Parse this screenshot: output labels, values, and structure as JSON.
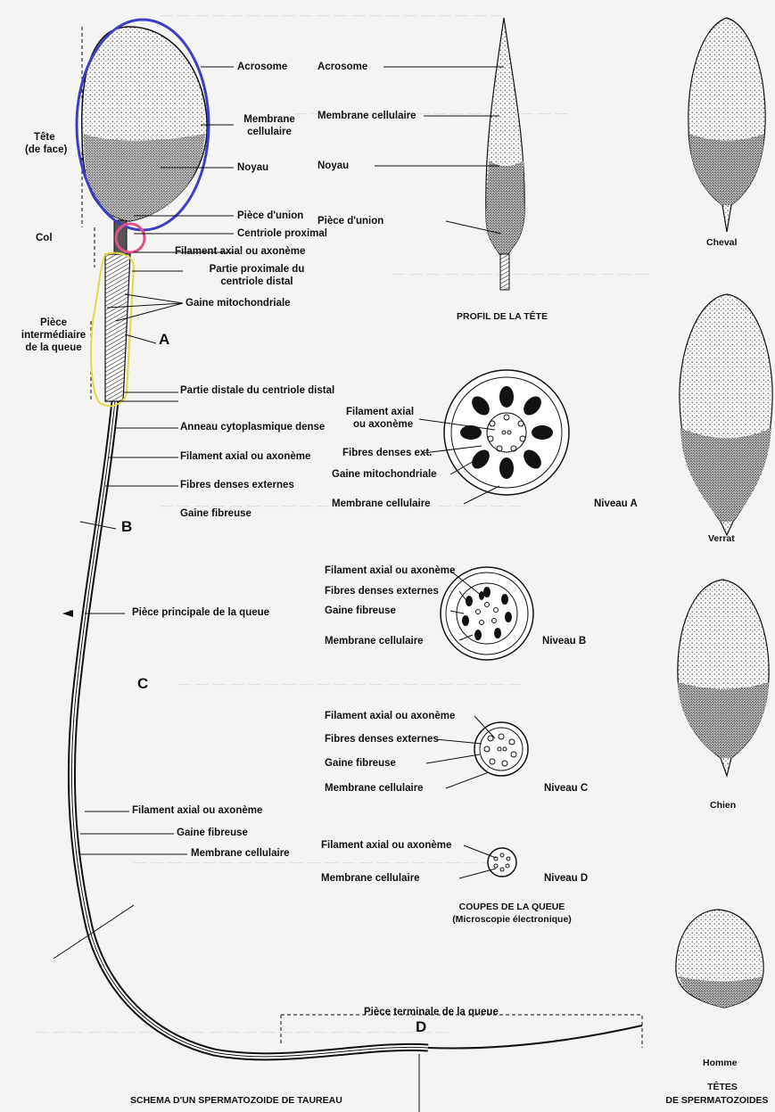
{
  "bull": {
    "tete_label": "Tête",
    "tete_sub": "(de face)",
    "col": "Col",
    "piece_int_1": "Pièce",
    "piece_int_2": "intermédiaire",
    "piece_int_3": "de la queue",
    "acrosome": "Acrosome",
    "membrane_1": "Membrane",
    "membrane_2": "cellulaire",
    "noyau": "Noyau",
    "piece_union": "Pièce d'union",
    "centriole_proximal": "Centriole proximal",
    "filament_axial": "Filament axial ou axonème",
    "partie_prox_1": "Partie proximale du",
    "partie_prox_2": "centriole distal",
    "gaine_mito": "Gaine mitochondriale",
    "partie_distale": "Partie distale du centriole distal",
    "anneau": "Anneau cytoplasmique dense",
    "filament_axial_2": "Filament axial ou axonème",
    "fibres_denses": "Fibres denses externes",
    "gaine_fibreuse": "Gaine fibreuse",
    "piece_principale": "Pièce principale de la queue",
    "filament_axial_3": "Filament axial ou axonème",
    "gaine_fibreuse_2": "Gaine fibreuse",
    "membrane_cell_3": "Membrane cellulaire",
    "piece_terminale": "Pièce terminale de la queue",
    "letter_a": "A",
    "letter_b": "B",
    "letter_c": "C",
    "letter_d": "D",
    "schema_title": "SCHEMA D'UN SPERMATOZOIDE DE TAUREAU"
  },
  "profil": {
    "acrosome": "Acrosome",
    "membrane": "Membrane cellulaire",
    "noyau": "Noyau",
    "piece_union": "Pièce d'union",
    "title": "PROFIL DE LA TÊTE"
  },
  "coupes": {
    "a_filament_1": "Filament axial",
    "a_filament_2": "ou axonème",
    "a_fibres": "Fibres denses ext.",
    "a_gaine": "Gaine mitochondriale",
    "a_membrane": "Membrane cellulaire",
    "niveau_a": "Niveau A",
    "b_filament": "Filament axial ou axonème",
    "b_fibres": "Fibres denses externes",
    "b_gaine": "Gaine fibreuse",
    "b_membrane": "Membrane cellulaire",
    "niveau_b": "Niveau B",
    "c_filament": "Filament axial ou axonème",
    "c_fibres": "Fibres denses externes",
    "c_gaine": "Gaine fibreuse",
    "c_membrane": "Membrane cellulaire",
    "niveau_c": "Niveau C",
    "d_filament": "Filament axial ou axonème",
    "d_membrane": "Membrane cellulaire",
    "niveau_d": "Niveau D",
    "title_1": "COUPES DE LA QUEUE",
    "title_2": "(Microscopie électronique)"
  },
  "tetes": {
    "cheval": "Cheval",
    "verrat": "Verrat",
    "chien": "Chien",
    "homme": "Homme",
    "title_1": "TÊTES",
    "title_2": "DE SPERMATOZOIDES"
  },
  "colors": {
    "blue_ellipse": "#3b3fc4",
    "pink_circle": "#e0508a",
    "yellow_outline": "#e6d84a"
  }
}
